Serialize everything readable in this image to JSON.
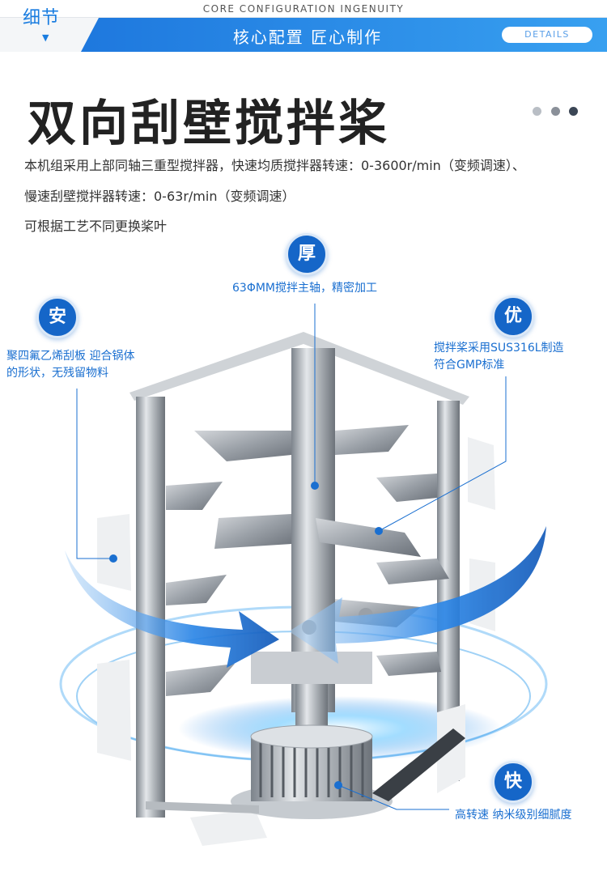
{
  "header": {
    "tag": "细节",
    "subtitle_en": "CORE CONFIGURATION INGENUITY",
    "subtitle_cn": "核心配置 匠心制作",
    "details_button": "DETAILS"
  },
  "title": "双向刮壁搅拌桨",
  "description": {
    "line1": "本机组采用上部同轴三重型搅拌器，快速均质搅拌器转速：0-3600r/min（变频调速）、",
    "line2": "慢速刮壁搅拌器转速：0-63r/min（变频调速）",
    "line3": "可根据工艺不同更换桨叶"
  },
  "callouts": {
    "thick": {
      "badge": "厚",
      "text": "63ΦMM搅拌主轴，精密加工"
    },
    "safe": {
      "badge": "安",
      "line1": "聚四氟乙烯刮板 迎合锅体",
      "line2": "的形状，无残留物料"
    },
    "good": {
      "badge": "优",
      "line1": "搅拌桨采用SUS316L制造",
      "line2": "符合GMP标准"
    },
    "fast": {
      "badge": "快",
      "text": "高转速 纳米级别细腻度"
    }
  },
  "colors": {
    "accent": "#1566c8",
    "header_blue": "#2a8ae8"
  },
  "carousel_dots": 3,
  "carousel_active_index": 2
}
